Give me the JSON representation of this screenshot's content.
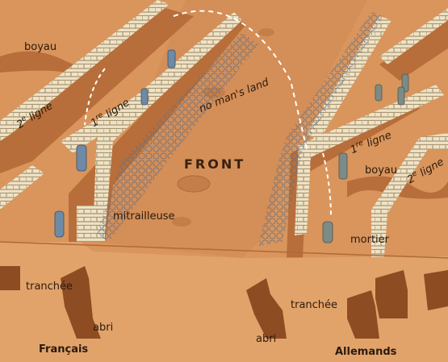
{
  "colors": {
    "ground": "#d9955c",
    "ground_dark": "#b86e3a",
    "foreground": "#e2a36a",
    "sandbag": "#efe3c6",
    "sandbag_shadow": "#a99673",
    "barbed_wire": "#5e6e86",
    "soldier": "#6f8aa6"
  },
  "labels": {
    "front": "FRONT",
    "no_mans_land": "no man's land",
    "left": {
      "boyau": "boyau",
      "line2_num": "2",
      "line2_sup": "e",
      "line2_word": " ligne",
      "line1_num": "1",
      "line1_sup": "re",
      "line1_word": " ligne",
      "mitrailleuse": "mitrailleuse",
      "tranchee": "tranchée",
      "abri": "abri",
      "side": "Français"
    },
    "right": {
      "boyau": "boyau",
      "line2_num": "2",
      "line2_sup": "e",
      "line2_word": " ligne",
      "line1_num": "1",
      "line1_sup": "re",
      "line1_word": " ligne",
      "mortier": "mortier",
      "tranchee": "tranchée",
      "abri": "abri",
      "side": "Allemands"
    }
  }
}
